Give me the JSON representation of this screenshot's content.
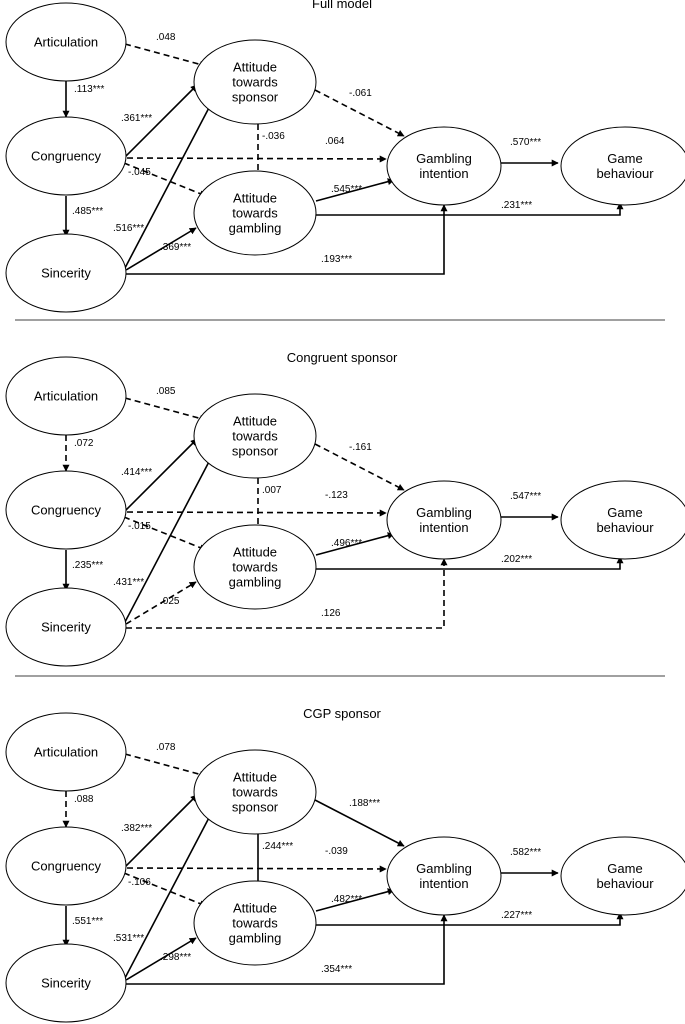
{
  "panels": [
    {
      "title": "Full model",
      "nodes": {
        "articulation": [
          "Articulation"
        ],
        "congruency": [
          "Congruency"
        ],
        "sincerity": [
          "Sincerity"
        ],
        "att_sponsor": [
          "Attitude",
          "towards",
          "sponsor"
        ],
        "att_gambling": [
          "Attitude",
          "towards",
          "gambling"
        ],
        "intention": [
          "Gambling",
          "intention"
        ],
        "behaviour": [
          "Game",
          "behaviour"
        ]
      },
      "paths": {
        "art_sp": {
          "coef": ".048",
          "style": "dashed"
        },
        "art_con": {
          "coef": ".113***",
          "style": "solid"
        },
        "con_sp": {
          "coef": ".361***",
          "style": "solid"
        },
        "sp_gam": {
          "coef": "-.036",
          "style": "dashed"
        },
        "sp_int": {
          "coef": "-.061",
          "style": "dashed"
        },
        "con_int": {
          "coef": ".064",
          "style": "dashed"
        },
        "con_gam": {
          "coef": "-.045",
          "style": "dashed"
        },
        "con_sin": {
          "coef": ".485***",
          "style": "solid"
        },
        "sin_sp": {
          "coef": ".516***",
          "style": "solid"
        },
        "sin_gam": {
          "coef": ".369***",
          "style": "solid"
        },
        "gam_int": {
          "coef": ".545***",
          "style": "solid"
        },
        "gam_beh": {
          "coef": ".231***",
          "style": "solid"
        },
        "sin_int": {
          "coef": ".193***",
          "style": "solid"
        },
        "int_beh": {
          "coef": ".570***",
          "style": "solid"
        }
      }
    },
    {
      "title": "Congruent sponsor",
      "nodes": {
        "articulation": [
          "Articulation"
        ],
        "congruency": [
          "Congruency"
        ],
        "sincerity": [
          "Sincerity"
        ],
        "att_sponsor": [
          "Attitude",
          "towards",
          "sponsor"
        ],
        "att_gambling": [
          "Attitude",
          "towards",
          "gambling"
        ],
        "intention": [
          "Gambling",
          "intention"
        ],
        "behaviour": [
          "Game",
          "behaviour"
        ]
      },
      "paths": {
        "art_sp": {
          "coef": ".085",
          "style": "dashed"
        },
        "art_con": {
          "coef": ".072",
          "style": "dashed"
        },
        "con_sp": {
          "coef": ".414***",
          "style": "solid"
        },
        "sp_gam": {
          "coef": ".007",
          "style": "dashed"
        },
        "sp_int": {
          "coef": "-.161",
          "style": "dashed"
        },
        "con_int": {
          "coef": "-.123",
          "style": "dashed"
        },
        "con_gam": {
          "coef": "-.015",
          "style": "dashed"
        },
        "con_sin": {
          "coef": ".235***",
          "style": "solid"
        },
        "sin_sp": {
          "coef": ".431***",
          "style": "solid"
        },
        "sin_gam": {
          "coef": ".025",
          "style": "dashed"
        },
        "gam_int": {
          "coef": ".496***",
          "style": "solid"
        },
        "gam_beh": {
          "coef": ".202***",
          "style": "solid"
        },
        "sin_int": {
          "coef": ".126",
          "style": "dashed"
        },
        "int_beh": {
          "coef": ".547***",
          "style": "solid"
        }
      }
    },
    {
      "title": "CGP sponsor",
      "nodes": {
        "articulation": [
          "Articulation"
        ],
        "congruency": [
          "Congruency"
        ],
        "sincerity": [
          "Sincerity"
        ],
        "att_sponsor": [
          "Attitude",
          "towards",
          "sponsor"
        ],
        "att_gambling": [
          "Attitude",
          "towards",
          "gambling"
        ],
        "intention": [
          "Gambling",
          "intention"
        ],
        "behaviour": [
          "Game",
          "behaviour"
        ]
      },
      "paths": {
        "art_sp": {
          "coef": ".078",
          "style": "dashed"
        },
        "art_con": {
          "coef": ".088",
          "style": "dashed"
        },
        "con_sp": {
          "coef": ".382***",
          "style": "solid"
        },
        "sp_gam": {
          "coef": ".244***",
          "style": "solid"
        },
        "sp_int": {
          "coef": ".188***",
          "style": "solid"
        },
        "con_int": {
          "coef": "-.039",
          "style": "dashed"
        },
        "con_gam": {
          "coef": "-.106",
          "style": "dashed"
        },
        "con_sin": {
          "coef": ".551***",
          "style": "solid"
        },
        "sin_sp": {
          "coef": ".531***",
          "style": "solid"
        },
        "sin_gam": {
          "coef": ".298***",
          "style": "solid"
        },
        "gam_int": {
          "coef": ".482***",
          "style": "solid"
        },
        "gam_beh": {
          "coef": ".227***",
          "style": "solid"
        },
        "sin_int": {
          "coef": ".354***",
          "style": "solid"
        },
        "int_beh": {
          "coef": ".582***",
          "style": "solid"
        }
      }
    }
  ]
}
